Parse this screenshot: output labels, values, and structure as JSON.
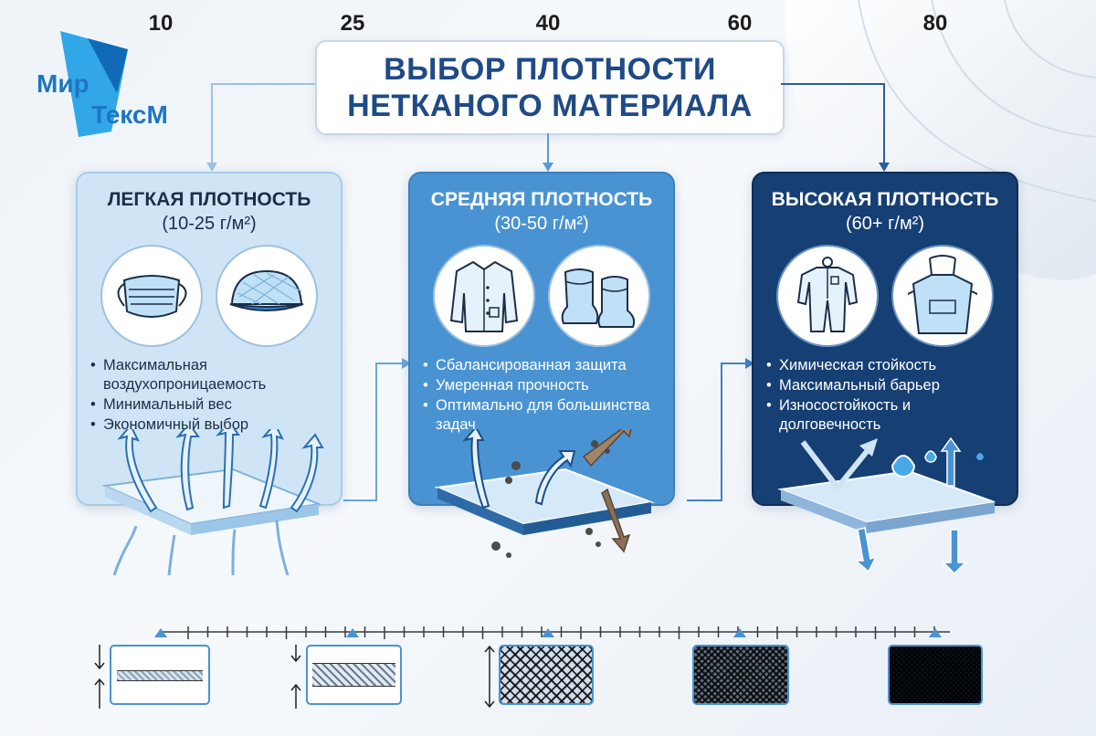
{
  "logo": {
    "line1": "Мир",
    "line2": "ТексМ"
  },
  "title": {
    "line1": "ВЫБОР ПЛОТНОСТИ",
    "line2": "НЕТКАНОГО МАТЕРИАЛА"
  },
  "cards": [
    {
      "title": "ЛЕГКАЯ ПЛОТНОСТЬ",
      "range": "(10-25 г/м²)",
      "icons": [
        "face-mask-icon",
        "bouffant-cap-icon"
      ],
      "bullets": [
        "Максимальная воздухопроницаемость",
        "Минимальный вес",
        "Экономичный выбор"
      ],
      "color": "#cfe5f6"
    },
    {
      "title": "СРЕДНЯЯ ПЛОТНОСТЬ",
      "range": "(30-50 г/м²)",
      "icons": [
        "lab-coat-icon",
        "shoe-covers-icon"
      ],
      "bullets": [
        "Сбалансированная защита",
        "Умеренная прочность",
        "Оптимально для большинства задач"
      ],
      "color": "#4a93d2"
    },
    {
      "title": "ВЫСОКАЯ ПЛОТНОСТЬ",
      "range": "(60+ г/м²)",
      "icons": [
        "coverall-icon",
        "apron-icon"
      ],
      "bullets": [
        "Химическая стойкость",
        "Максимальный барьер",
        "Износостойкость и долговечность"
      ],
      "color": "#163f73"
    }
  ],
  "scale": {
    "labels": [
      "10",
      "25",
      "40",
      "60",
      "80"
    ],
    "swatch_icons": [
      "thin-layer-icon",
      "medium-layer-icon",
      "mesh-icon",
      "dense-mesh-icon",
      "very-dense-mesh-icon"
    ]
  },
  "colors": {
    "accent": "#1d76c4",
    "title": "#1f4a86",
    "dark": "#163f73",
    "mid": "#4a93d2",
    "light": "#cfe5f6"
  }
}
